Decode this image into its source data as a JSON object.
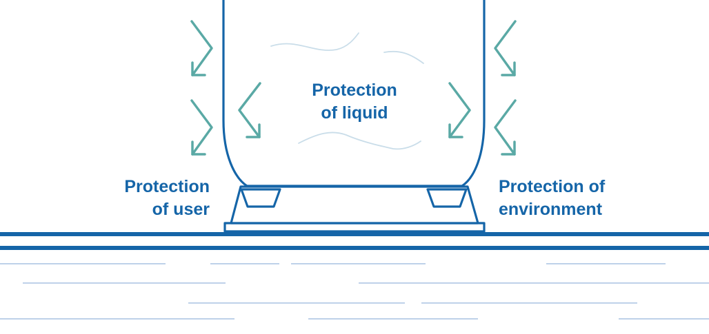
{
  "labels": {
    "liquid": [
      "Protection",
      "of liquid"
    ],
    "user": [
      "Protection",
      "of user"
    ],
    "environment": [
      "Protection of",
      "environment"
    ]
  },
  "colors": {
    "text": "#1565a8",
    "outline": "#1565a8",
    "arrow": "#5aa9a5",
    "wave": "#c9dde9",
    "ground_lines": "#a9c2e2"
  },
  "icons": [
    "arrow-icon",
    "container",
    "pallet",
    "floor",
    "wave"
  ]
}
